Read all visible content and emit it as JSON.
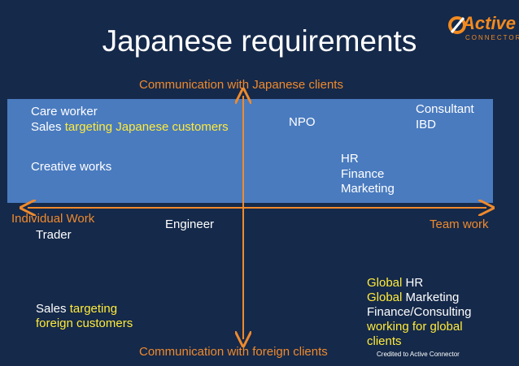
{
  "title": "Japanese requirements",
  "logo": {
    "main": "Active",
    "sub": "CONNECTOR"
  },
  "axes": {
    "top": "Communication with Japanese clients",
    "bottom": "Communication with foreign clients",
    "left": "Individual Work",
    "right": "Team work"
  },
  "colors": {
    "background": "#15294a",
    "band": "#4a7bbf",
    "axis": "#f08a2c",
    "highlight": "#ffeb3b"
  },
  "items": {
    "care_worker": "Care worker",
    "sales_jp_prefix": "Sales ",
    "sales_jp_highlight": "targeting Japanese customers",
    "creative_works": "Creative works",
    "npo": "NPO",
    "consultant": "Consultant",
    "ibd": "IBD",
    "hr": "HR",
    "finance": "Finance",
    "marketing": "Marketing",
    "trader": "Trader",
    "engineer": "Engineer",
    "sales_foreign_prefix": "Sales ",
    "sales_foreign_hl1": "targeting",
    "sales_foreign_hl2": "foreign customers",
    "global_hr_hl": "Global",
    "global_hr_rest": " HR",
    "global_mkt_hl": "Global",
    "global_mkt_rest": " Marketing",
    "finance_consulting": "Finance/Consulting",
    "working_global_hl1": "working for global",
    "working_global_hl2": "clients"
  },
  "credit": "Credited to Active Connector"
}
